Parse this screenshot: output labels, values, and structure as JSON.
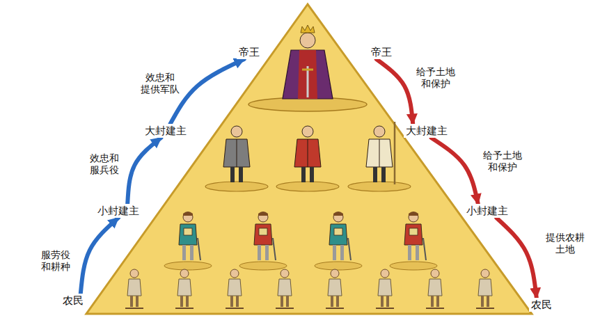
{
  "diagram": {
    "nodes": [
      {
        "text": [
          "帝王"
        ]
      },
      {
        "text": [
          "大封建主"
        ]
      },
      {
        "text": [
          "小封建主"
        ]
      },
      {
        "text": [
          "农民"
        ]
      },
      {
        "text": [
          "帝王"
        ]
      },
      {
        "text": [
          "大封建主"
        ]
      },
      {
        "text": [
          "小封建主"
        ]
      },
      {
        "text": [
          "农民"
        ]
      }
    ],
    "edges": [
      {
        "from": 3,
        "to": 2,
        "label": "服劳役 和耕种",
        "arrow": "to"
      },
      {
        "from": 2,
        "to": 1,
        "label": "效忠和 服兵役",
        "arrow": "to"
      },
      {
        "from": 1,
        "to": 0,
        "label": "效忠和 提供军队",
        "arrow": "to"
      },
      {
        "from": 4,
        "to": 5,
        "label": "给予土地 和保护",
        "arrow": "to"
      },
      {
        "from": 5,
        "to": 6,
        "label": "给予土地 和保护",
        "arrow": "to"
      },
      {
        "from": 6,
        "to": 7,
        "label": "提供农耕 土地",
        "arrow": "to"
      }
    ]
  }
}
